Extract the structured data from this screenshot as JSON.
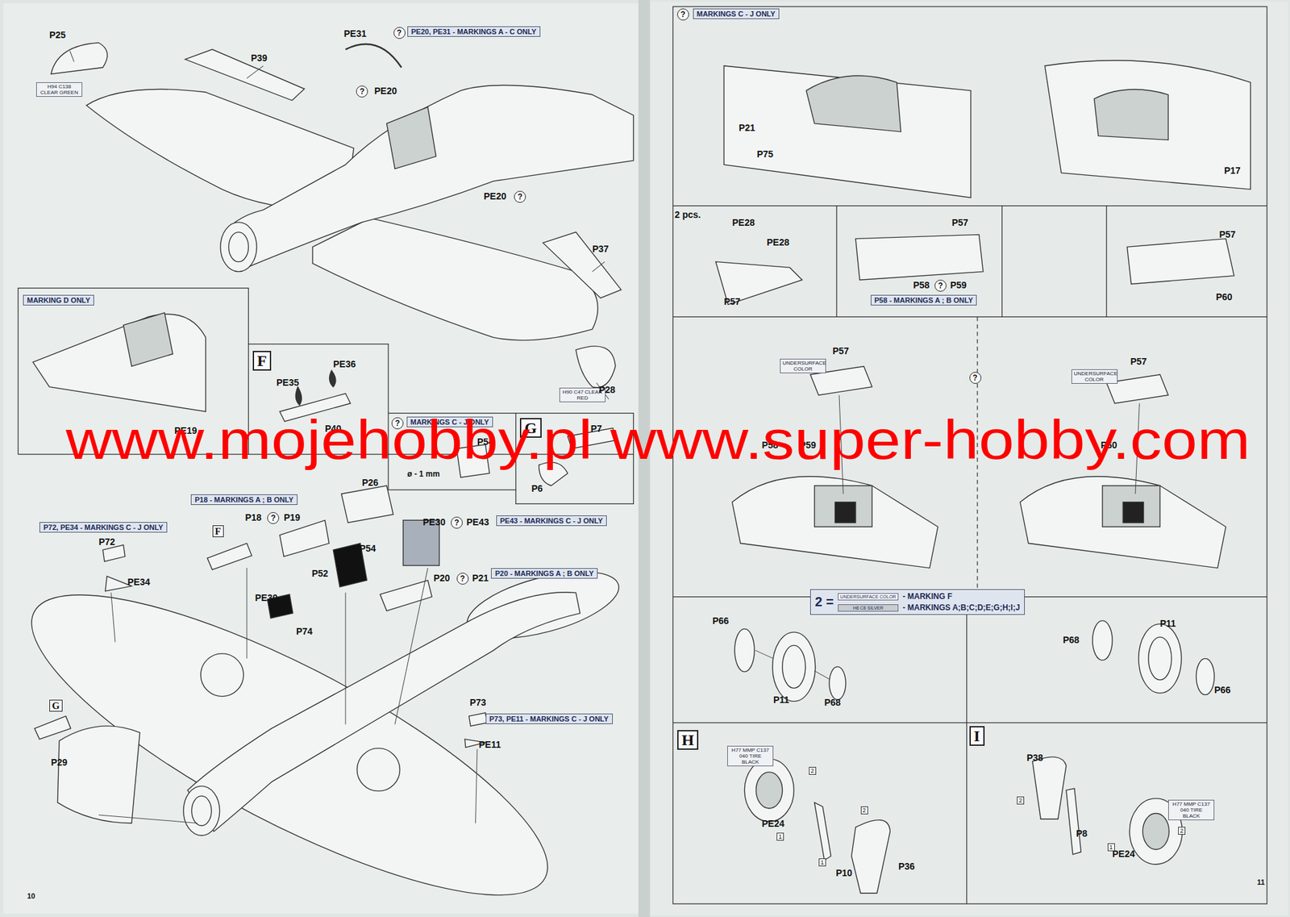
{
  "diagram": {
    "nodes": [
      {
        "text": [
          "PE20, PE31 - MARKINGS A - C ONLY"
        ]
      },
      {
        "text": [
          "MARKING D ONLY"
        ]
      },
      {
        "text": [
          "F"
        ]
      },
      {
        "text": [
          "MARKINGS C - J ONLY"
        ]
      },
      {
        "text": [
          "G"
        ]
      },
      {
        "text": [
          "P18 - MARKINGS A ; B ONLY"
        ]
      },
      {
        "text": [
          "P72, PE34 - MARKINGS C - J ONLY"
        ]
      },
      {
        "text": [
          "PE43 - MARKINGS C - J ONLY"
        ]
      },
      {
        "text": [
          "P20 - MARKINGS A ; B ONLY"
        ]
      },
      {
        "text": [
          "P73, PE11 - MARKINGS C - J ONLY"
        ]
      },
      {
        "text": [
          "MARKINGS C - J ONLY"
        ]
      },
      {
        "text": [
          "P58 - MARKINGS A ; B ONLY"
        ]
      },
      {
        "text": [
          "UNDERSURFACE COLOR"
        ]
      },
      {
        "text": [
          "UNDERSURFACE COLOR"
        ]
      },
      {
        "text": [
          "2 =",
          "UNDERSURFACE COLOR",
          "- MARKING F",
          "H8 C8 SILVER",
          "- MARKINGS A;B;C;D;E;G;H;I;J"
        ]
      },
      {
        "text": [
          "H"
        ]
      },
      {
        "text": [
          "I"
        ]
      },
      {
        "text": [
          "H94 C138 CLEAR GREEN"
        ]
      },
      {
        "text": [
          "H90 C47 CLEAR RED"
        ]
      },
      {
        "text": [
          "H77 MMP C137 040 TIRE BLACK"
        ]
      },
      {
        "text": [
          "H77 MMP C137 040 TIRE BLACK"
        ]
      },
      {
        "text": [
          "F"
        ]
      },
      {
        "text": [
          "G"
        ]
      }
    ],
    "labels": [
      "P25",
      "P39",
      "PE31",
      "?",
      "PE20",
      "?",
      "PE20",
      "?",
      "P37",
      "P28",
      "PE35",
      "PE36",
      "P40",
      "PE19",
      "?",
      "P54",
      "ø - 1 mm",
      "P7",
      "P6",
      "P26",
      "P18",
      "?",
      "P19",
      "PE30",
      "?",
      "PE43",
      "P72",
      "PE34",
      "P54",
      "P52",
      "PE30",
      "P74",
      "P20",
      "?",
      "P21",
      "P73",
      "PE11",
      "P29",
      "10",
      "?",
      "P21",
      "P75",
      "P17",
      "2 pcs.",
      "PE28",
      "PE28",
      "P57",
      "P57",
      "P58",
      "?",
      "P59",
      "P57",
      "P60",
      "P57",
      "?",
      "P57",
      "P58",
      "P59",
      "P60",
      "P66",
      "P11",
      "P68",
      "P68",
      "P11",
      "P66",
      "PE24",
      "P10",
      "P36",
      "P38",
      "P8",
      "PE24",
      "2",
      "2",
      "1",
      "1",
      "2",
      "1",
      "2",
      "11",
      "www.mojehobby.pl www.super-hobby.com"
    ]
  }
}
